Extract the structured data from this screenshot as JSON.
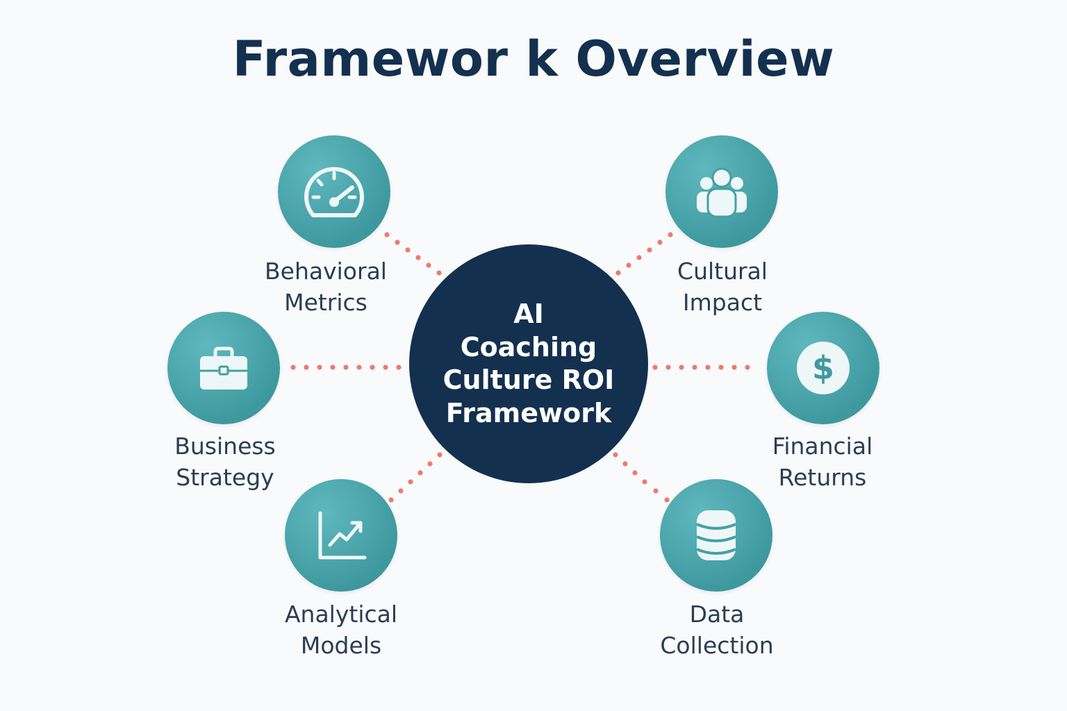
{
  "title": "Framewor k Overview",
  "center": {
    "label": "AI\nCoaching\nCulture ROI\nFramework"
  },
  "nodes": [
    {
      "label": "Behavioral\nMetrics",
      "icon": "speedometer-icon"
    },
    {
      "label": "Cultural\nImpact",
      "icon": "people-group-icon"
    },
    {
      "label": "Business\nStrategy",
      "icon": "briefcase-icon"
    },
    {
      "label": "Financial\nReturns",
      "icon": "dollar-icon"
    },
    {
      "label": "Analytical\nModels",
      "icon": "line-chart-icon"
    },
    {
      "label": "Data\nCollection",
      "icon": "database-icon"
    }
  ],
  "colors": {
    "background": "#f8fafc",
    "title": "#14304f",
    "center_fill": "#14304f",
    "node_fill": "#3f9aa0",
    "icon": "#eef7f7",
    "connector_dots": "#ee7a6c",
    "label_text": "#2b3d52"
  }
}
